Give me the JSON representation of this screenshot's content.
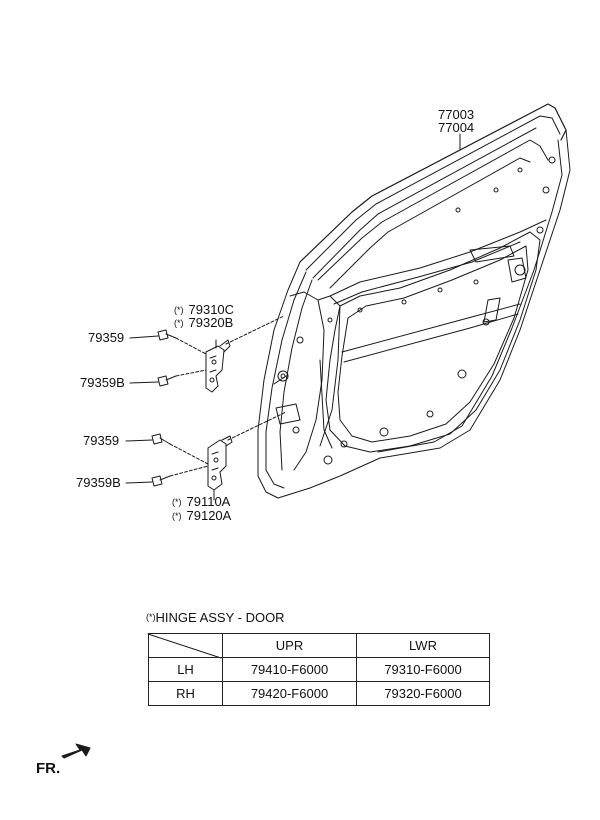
{
  "callouts": {
    "door_panel_1": "77003",
    "door_panel_2": "77004",
    "upper_hinge_1": "79310C",
    "upper_hinge_2": "79320B",
    "bolt_upper_1": "79359",
    "bolt_upper_2": "79359B",
    "bolt_lower_1": "79359",
    "bolt_lower_2": "79359B",
    "lower_hinge_1": "79110A",
    "lower_hinge_2": "79120A"
  },
  "asterisk_mark": "(*)",
  "legend": {
    "mark": "(*)",
    "title": "HINGE ASSY - DOOR"
  },
  "table": {
    "headers": [
      "",
      "UPR",
      "LWR"
    ],
    "rows": [
      [
        "LH",
        "79410-F6000",
        "79310-F6000"
      ],
      [
        "RH",
        "79420-F6000",
        "79320-F6000"
      ]
    ]
  },
  "orientation": {
    "label": "FR."
  }
}
